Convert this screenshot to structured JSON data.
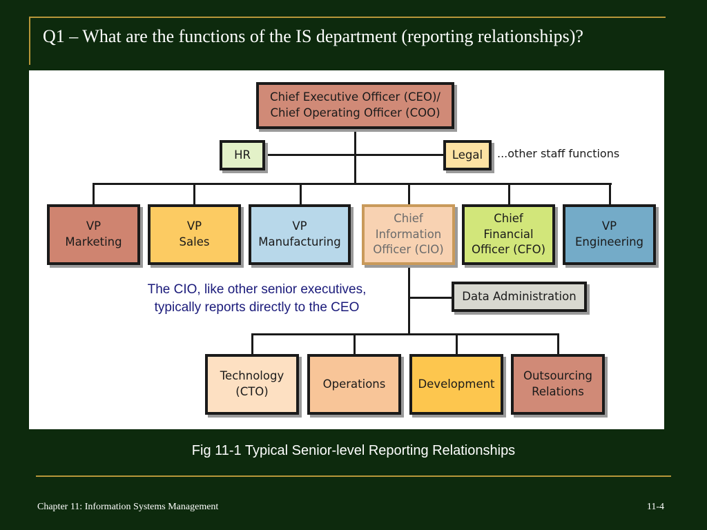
{
  "slide": {
    "title": "Q1 – What are the functions of the IS department (reporting relationships)?",
    "caption": "Fig 11-1 Typical Senior-level Reporting Relationships",
    "footer_left": "Chapter 11: Information Systems Management",
    "footer_right": "11-4"
  },
  "org_chart": {
    "ceo": "Chief Executive Officer (CEO)/\nChief Operating Officer (COO)",
    "staff": {
      "hr": "HR",
      "legal": "Legal",
      "other": "...other staff functions"
    },
    "vps": {
      "marketing": "VP\nMarketing",
      "sales": "VP\nSales",
      "manufacturing": "VP\nManufacturing",
      "cio": "Chief\nInformation\nOfficer (CIO)",
      "cfo": "Chief\nFinancial\nOfficer (CFO)",
      "engineering": "VP\nEngineering"
    },
    "data_admin": "Data Administration",
    "annotation": "The CIO, like other senior executives,\ntypically reports directly to the CEO",
    "is_units": {
      "technology": "Technology\n(CTO)",
      "operations": "Operations",
      "development": "Development",
      "outsourcing": "Outsourcing\nRelations"
    }
  },
  "colors": {
    "background": "#0d2a0d",
    "accent_rule": "#b8973a",
    "ceo_fill": "#d08a77",
    "staff_hr_fill": "#e3f1c8",
    "staff_legal_fill": "#fde2a3",
    "marketing_fill": "#cf8470",
    "sales_fill": "#fccb62",
    "manufacturing_fill": "#b8d8ea",
    "cio_fill": "#f8d2b2",
    "cfo_fill": "#d2e67a",
    "engineering_fill": "#74abc8",
    "data_admin_fill": "#d8d8d0",
    "technology_fill": "#fde0c2",
    "operations_fill": "#f8c598",
    "development_fill": "#fdc64e",
    "outsourcing_fill": "#d08a77",
    "annotation_text": "#1a1a7a"
  }
}
